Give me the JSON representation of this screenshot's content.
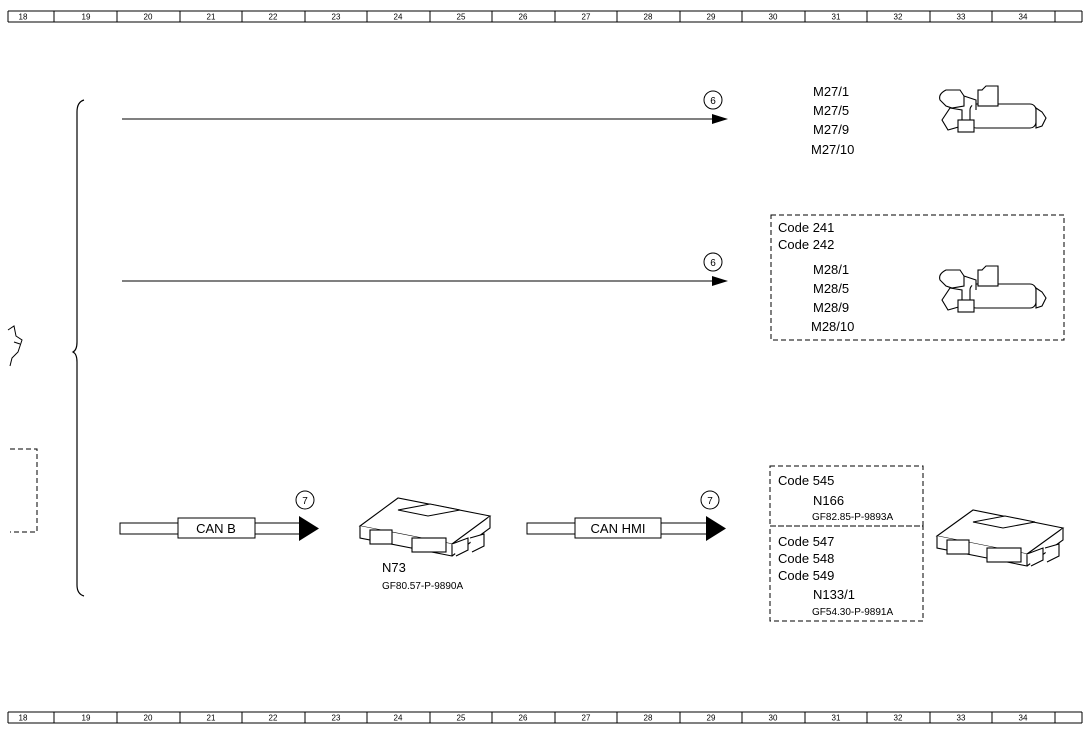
{
  "ruler": {
    "numbers": [
      "18",
      "19",
      "20",
      "21",
      "22",
      "23",
      "24",
      "25",
      "26",
      "27",
      "28",
      "29",
      "30",
      "31",
      "32",
      "33",
      "34"
    ]
  },
  "rows": [
    {
      "connector_ref": "6",
      "parts": [
        "M27/1",
        "M27/5",
        "M27/9",
        "M27/10"
      ],
      "component_icon": "motor-icon"
    },
    {
      "connector_ref": "6",
      "codes": [
        "Code 241",
        "Code 242"
      ],
      "parts": [
        "M28/1",
        "M28/5",
        "M28/9",
        "M28/10"
      ],
      "component_icon": "motor-icon"
    }
  ],
  "bus_row": {
    "left_bus": {
      "label": "CAN B",
      "connector_ref": "7"
    },
    "center_module": {
      "name": "N73",
      "ref": "GF80.57-P-9890A",
      "icon": "control-module-icon"
    },
    "right_bus": {
      "label": "CAN HMI",
      "connector_ref": "7"
    },
    "right_box_top": {
      "codes": [
        "Code 545"
      ],
      "name": "N166",
      "ref": "GF82.85-P-9893A"
    },
    "right_box_bottom": {
      "codes": [
        "Code 547",
        "Code 548",
        "Code 549"
      ],
      "name": "N133/1",
      "ref": "GF54.30-P-9891A"
    },
    "right_module_icon": "control-module-icon"
  },
  "colors": {
    "line": "#000000",
    "background": "#ffffff"
  }
}
